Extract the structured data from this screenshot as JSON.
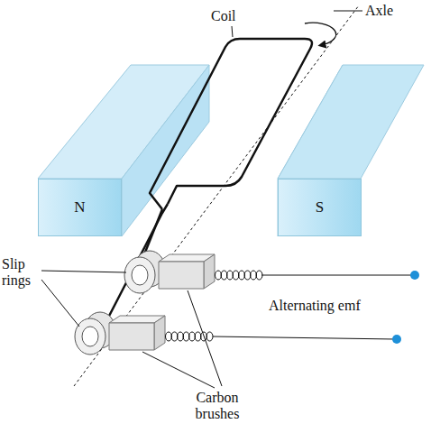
{
  "diagram": {
    "nodes": [
      {
        "text": [
          "N"
        ]
      },
      {
        "text": [
          "S"
        ]
      }
    ],
    "labels": [
      "Coil",
      "Axle",
      "Slip rings",
      "Alternating emf",
      "Carbon brushes"
    ]
  }
}
